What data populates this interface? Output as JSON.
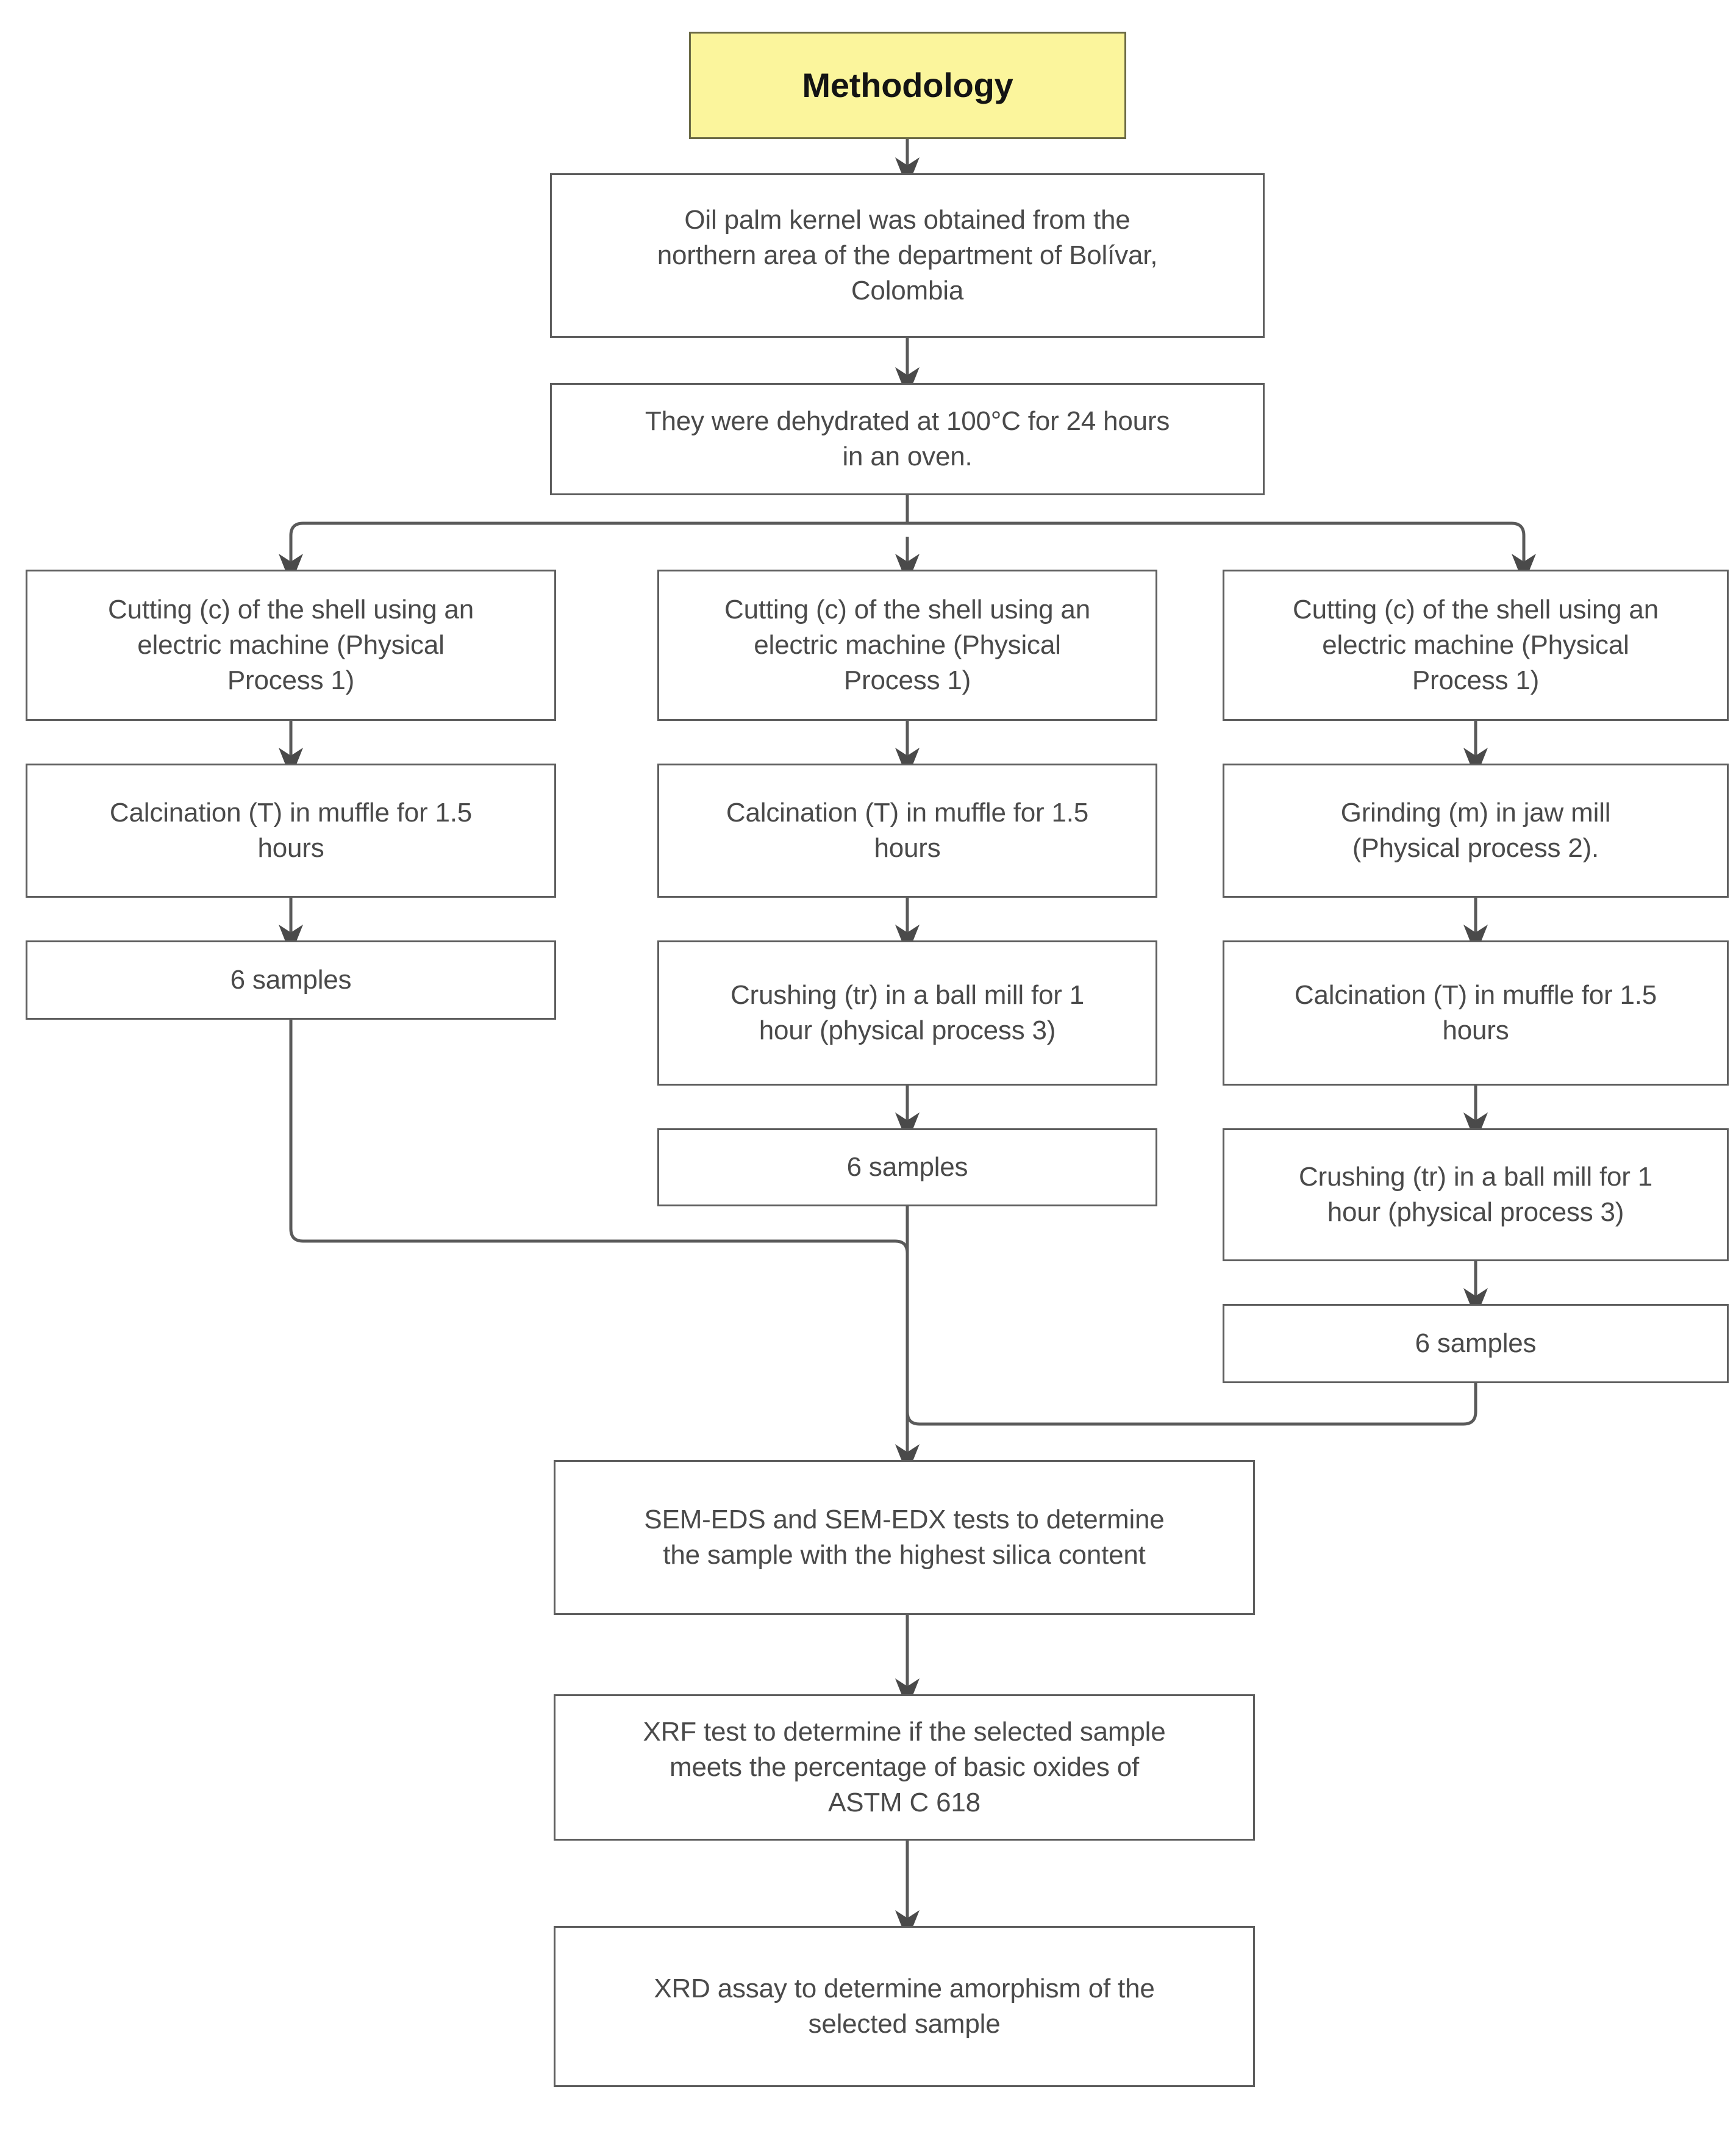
{
  "diagram": {
    "title": "Methodology",
    "accent_color": "#FBF59C",
    "border_color": "#5e5e5e",
    "text_color": "#4a4a4a",
    "background_color": "#ffffff",
    "connector_color": "#5a5a5a"
  },
  "nodes": {
    "title": "Methodology",
    "source": "Oil palm kernel was obtained from the\nnorthern area of the department of Bolívar,\nColombia",
    "dehydration": "They were dehydrated at 100°C for 24 hours\nin an oven.",
    "branch_a": {
      "cutting": "Cutting (c) of the shell using an\nelectric machine (Physical\nProcess 1)",
      "calcination": "Calcination (T) in muffle for 1.5\nhours",
      "samples": "6 samples"
    },
    "branch_b": {
      "cutting": "Cutting (c) of the shell using an\nelectric machine (Physical\nProcess 1)",
      "calcination": "Calcination (T) in muffle for 1.5\nhours",
      "crushing": "Crushing (tr) in a ball mill for 1\nhour (physical process 3)",
      "samples": "6 samples"
    },
    "branch_c": {
      "cutting": "Cutting (c) of the shell using an\nelectric machine (Physical\nProcess 1)",
      "grinding": "Grinding (m) in jaw mill\n(Physical process 2).",
      "calcination": "Calcination (T) in muffle for 1.5\nhours",
      "crushing": "Crushing (tr) in a ball mill for 1\nhour (physical process 3)",
      "samples": "6 samples"
    },
    "sem": "SEM-EDS and SEM-EDX tests to determine\nthe sample with the highest silica content",
    "xrf": "XRF test to determine if the selected sample\nmeets the percentage of basic oxides of\nASTM C 618",
    "xrd": "XRD assay to determine amorphism of the\nselected sample"
  }
}
